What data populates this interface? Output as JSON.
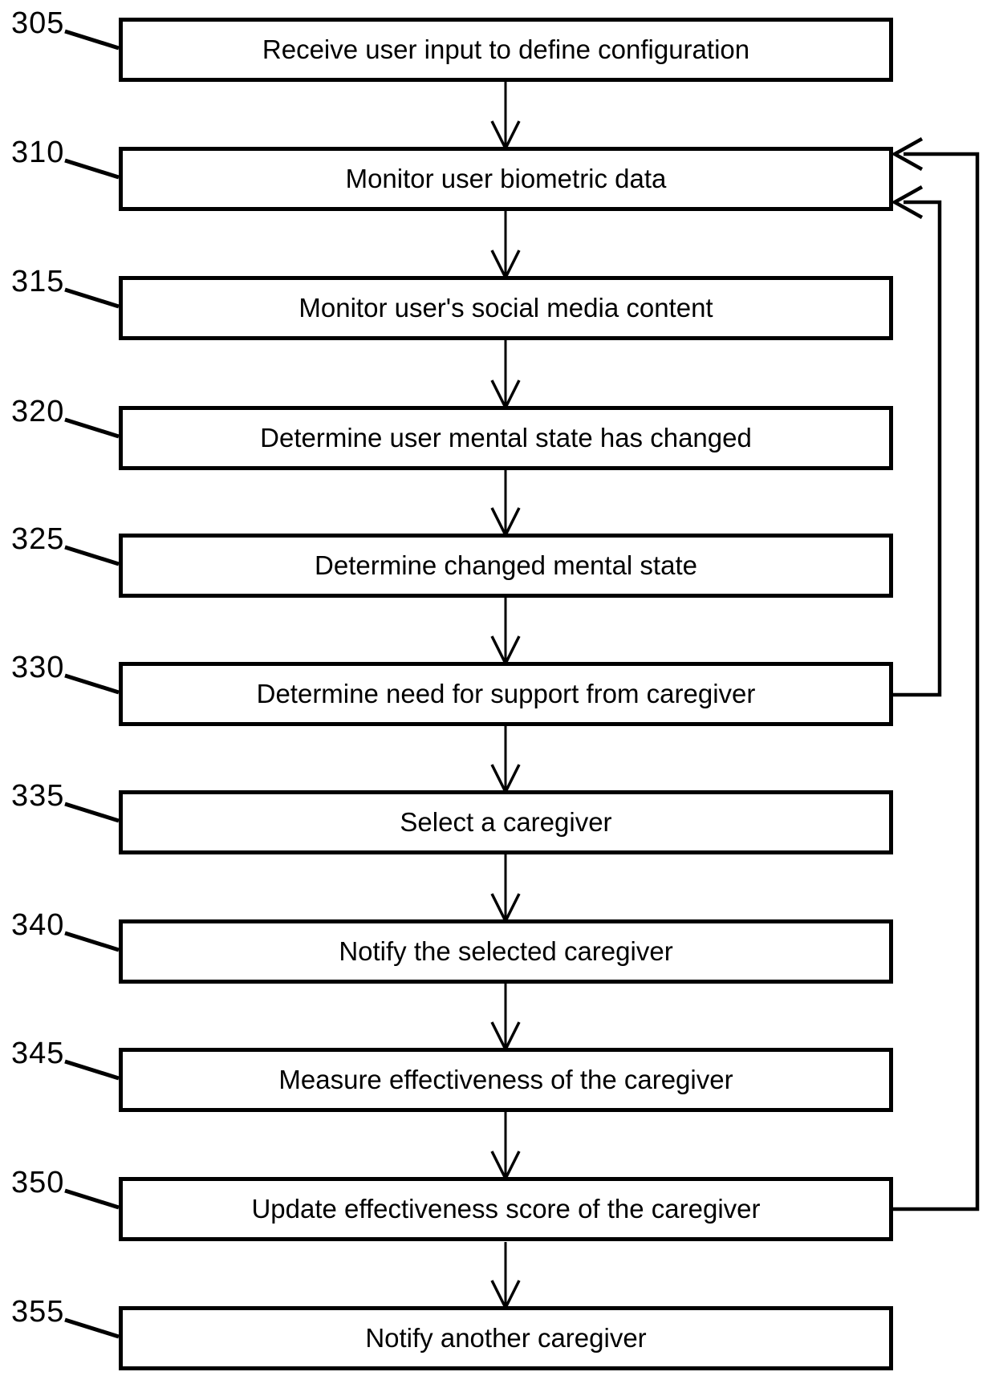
{
  "figure": {
    "type": "flowchart",
    "background_color": "#ffffff",
    "line_color": "#000000",
    "steps": [
      {
        "ref": "305",
        "text": "Receive user input to define configuration"
      },
      {
        "ref": "310",
        "text": "Monitor user biometric data"
      },
      {
        "ref": "315",
        "text": "Monitor user's social media content"
      },
      {
        "ref": "320",
        "text": "Determine user mental state has changed"
      },
      {
        "ref": "325",
        "text": "Determine changed mental state"
      },
      {
        "ref": "330",
        "text": "Determine need for support from caregiver"
      },
      {
        "ref": "335",
        "text": "Select a caregiver"
      },
      {
        "ref": "340",
        "text": "Notify the selected caregiver"
      },
      {
        "ref": "345",
        "text": "Measure effectiveness of the caregiver"
      },
      {
        "ref": "350",
        "text": "Update effectiveness score of the caregiver"
      },
      {
        "ref": "355",
        "text": "Notify another caregiver"
      }
    ],
    "edges": [
      {
        "from": "305",
        "to": "310",
        "type": "forward"
      },
      {
        "from": "310",
        "to": "315",
        "type": "forward"
      },
      {
        "from": "315",
        "to": "320",
        "type": "forward"
      },
      {
        "from": "320",
        "to": "325",
        "type": "forward"
      },
      {
        "from": "325",
        "to": "330",
        "type": "forward"
      },
      {
        "from": "330",
        "to": "335",
        "type": "forward"
      },
      {
        "from": "335",
        "to": "340",
        "type": "forward"
      },
      {
        "from": "340",
        "to": "345",
        "type": "forward"
      },
      {
        "from": "345",
        "to": "350",
        "type": "forward"
      },
      {
        "from": "350",
        "to": "355",
        "type": "forward"
      },
      {
        "from": "330",
        "to": "310",
        "type": "feedback"
      },
      {
        "from": "350",
        "to": "310",
        "type": "feedback"
      }
    ]
  }
}
